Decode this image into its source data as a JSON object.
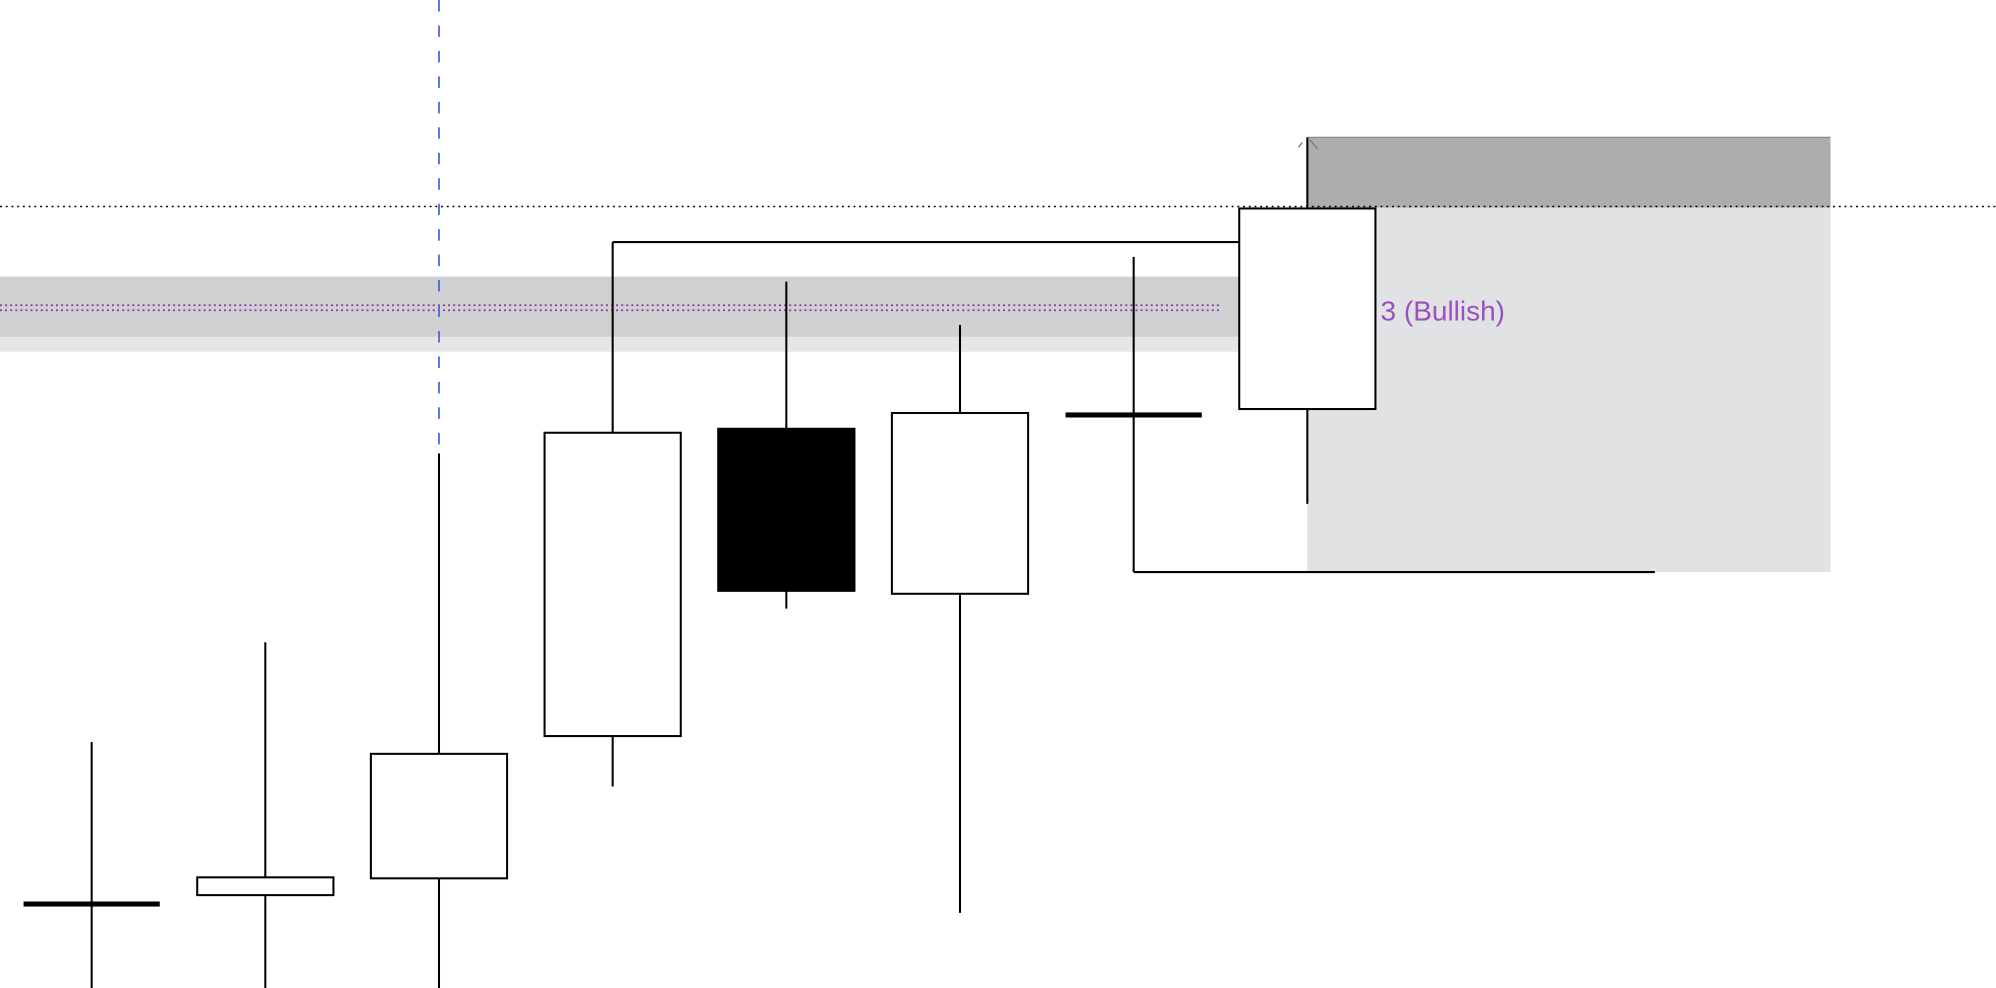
{
  "chart_data": {
    "type": "candlestick",
    "title": "",
    "xlabel": "",
    "ylabel": "",
    "ylim": [
      0,
      100
    ],
    "grid": false,
    "candles": [
      {
        "open": 8.5,
        "high": 24.9,
        "low": 0,
        "close": 8.5
      },
      {
        "open": 9.4,
        "high": 35.0,
        "low": 0,
        "close": 11.2
      },
      {
        "open": 11.1,
        "high": 54.1,
        "low": 0,
        "close": 23.7
      },
      {
        "open": 25.5,
        "high": 75.5,
        "low": 20.4,
        "close": 56.2
      },
      {
        "open": 56.6,
        "high": 71.5,
        "low": 38.4,
        "close": 40.2
      },
      {
        "open": 39.9,
        "high": 67.1,
        "low": 7.6,
        "close": 58.2
      },
      {
        "open": 58.0,
        "high": 74.0,
        "low": 42.1,
        "close": 58.0
      },
      {
        "open": 58.6,
        "high": 78.9,
        "low": 49.0,
        "close": 78.9
      }
    ],
    "levels": {
      "dotted_level": 79.1,
      "band": [
        65.9,
        72.0
      ],
      "band_shadow_low": 64.4,
      "band_lines": [
        69.1,
        68.6
      ],
      "range_bracket_high": 75.5,
      "range_bracket_low": 42.1,
      "zone_top": 86.1,
      "zone_mid": 79.0,
      "zone_bottom": 42.1
    },
    "crosshair_candle_index": 2,
    "annotation": "3 (Bullish)",
    "colors": {
      "band": "#d0d0d0",
      "band_shadow": "#e6e6e6",
      "band_line": "#8e2fb0",
      "label": "#9b4fc0",
      "zone_dark": "#adadad",
      "zone_light": "#e1e2e4",
      "crosshair": "#4466e6",
      "bull": "#ffffff",
      "bear": "#000000"
    }
  }
}
